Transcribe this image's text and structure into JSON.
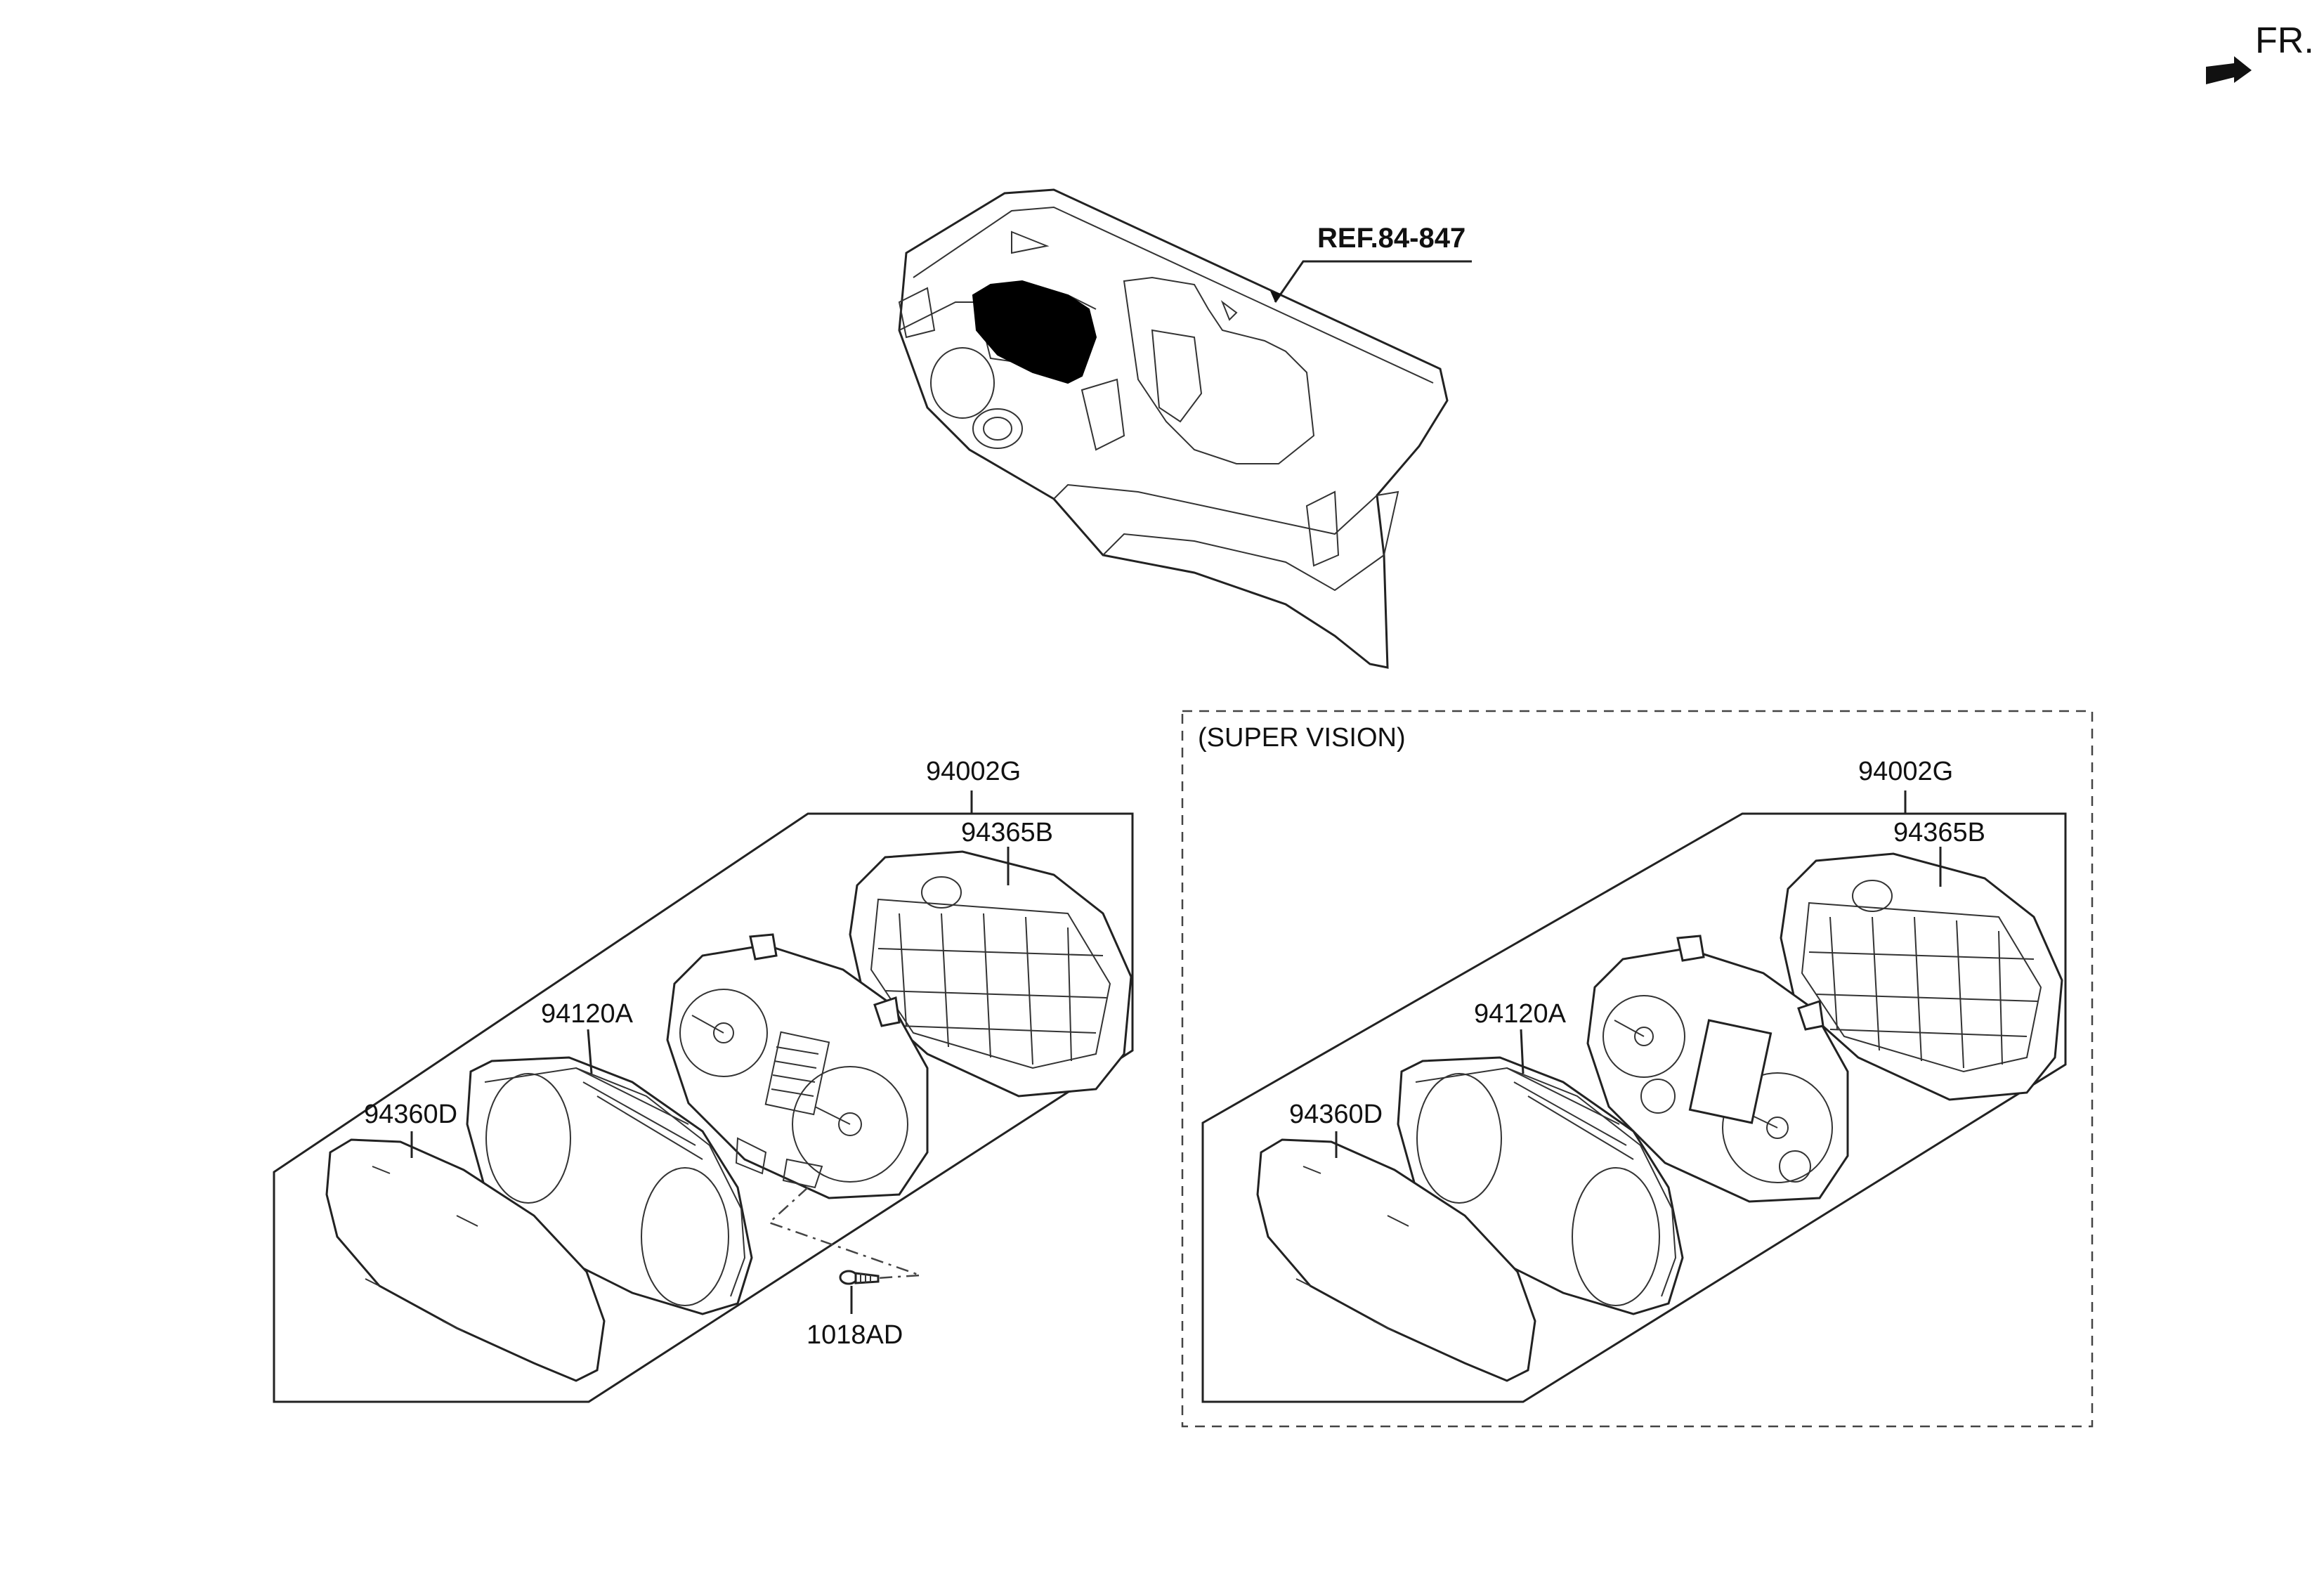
{
  "orientation": {
    "label": "FR.",
    "icon": "front-arrow-icon"
  },
  "dashboard": {
    "ref_label": "REF.84-847"
  },
  "standard_group": {
    "assembly_label": "94002G",
    "parts": {
      "case": "94365B",
      "lens": "94120A",
      "window": "94360D",
      "screw": "1018AD"
    }
  },
  "supervision_group": {
    "title": "(SUPER VISION)",
    "assembly_label": "94002G",
    "parts": {
      "case": "94365B",
      "lens": "94120A",
      "window": "94360D"
    }
  }
}
